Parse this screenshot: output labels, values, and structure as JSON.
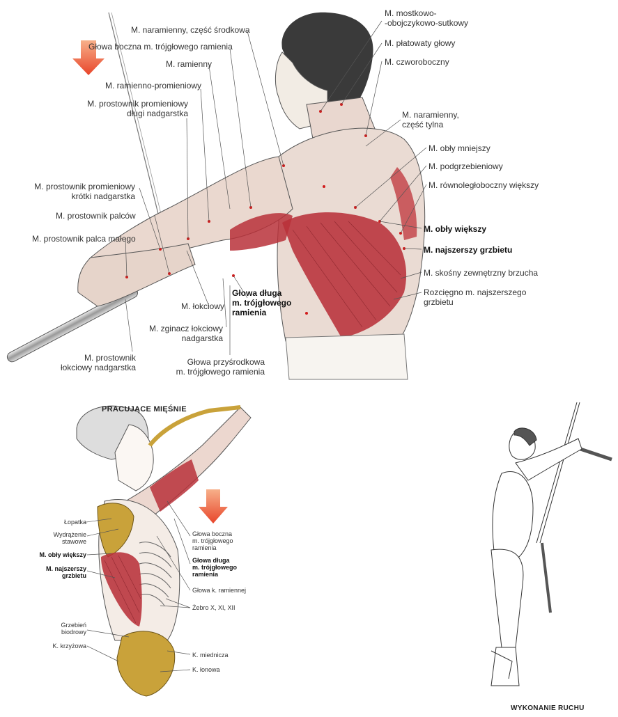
{
  "top_labels": {
    "naramienny_srodkowa": "M. naramienny, część środkowa",
    "glowa_boczna": "Głowa boczna m. trójgłowego ramienia",
    "ramienny": "M. ramienny",
    "ramienno_promieniowy": "M. ramienno-promieniowy",
    "prostownik_dlugi": [
      "M. prostownik promieniowy",
      "długi nadgarstka"
    ],
    "prostownik_krotki": [
      "M. prostownik promieniowy",
      "krótki nadgarstka"
    ],
    "prostownik_palcow": "M. prostownik palców",
    "prostownik_palca_malego": "M. prostownik palca małego",
    "lokciowy": "M. łokciowy",
    "glowa_dluga": [
      "Głowa długa",
      "m. trójgłowego",
      "ramienia"
    ],
    "zginacz_lokciowy": [
      "M. zginacz łokciowy",
      "nadgarstka"
    ],
    "prostownik_lokciowy": [
      "M. prostownik",
      "łokciowy nadgarstka"
    ],
    "glowa_przysrodkowa": [
      "Głowa przyśrodkowa",
      "m. trójgłowego ramienia"
    ],
    "mostkowo": [
      "M. mostkowo-",
      "-obojczykowo-sutkowy"
    ],
    "platowaty": "M. płatowaty głowy",
    "czworoboczny": "M. czworoboczny",
    "naramienny_tylna": [
      "M. naramienny,",
      "część tylna"
    ],
    "obly_mniejszy": "M. obły mniejszy",
    "podgrzebieniowy": "M. podgrzebieniowy",
    "rownoleglo": "M. równoległoboczny większy",
    "obly_wiekszy": "M. obły większy",
    "najszerszy": "M. najszerszy grzbietu",
    "skosny": "M. skośny zewnętrzny brzucha",
    "rozciegno": [
      "Rozcięgno m. najszerszego",
      "grzbietu"
    ]
  },
  "lower_left": {
    "header": "PRACUJĄCE MIĘŚNIE",
    "lopatka": "Łopatka",
    "wydrazenie": [
      "Wydrążenie",
      "stawowe"
    ],
    "obly_wiekszy": "M. obły większy",
    "najszerszy": [
      "M. najszerszy",
      "grzbietu"
    ],
    "grzebien": [
      "Grzebień",
      "biodrowy"
    ],
    "krzyzowa": "K. krzyżowa",
    "glowa_boczna": [
      "Głowa boczna",
      "m. trójgłowego",
      "ramienia"
    ],
    "glowa_dluga": [
      "Głowa długa",
      "m. trójgłowego",
      "ramienia"
    ],
    "glowa_k_ramiennej": "Głowa k. ramiennej",
    "zebro": "Żebro X, XI, XII",
    "miednicza": "K. miednicza",
    "lonowa": "K. łonowa"
  },
  "lower_right": {
    "caption": "WYKONANIE RUCHU"
  },
  "colors": {
    "muscle_active": "#b8313a",
    "muscle_light": "#d98a86",
    "bone": "#c9a23a",
    "arrow": "#e8452a",
    "line": "#555555"
  }
}
